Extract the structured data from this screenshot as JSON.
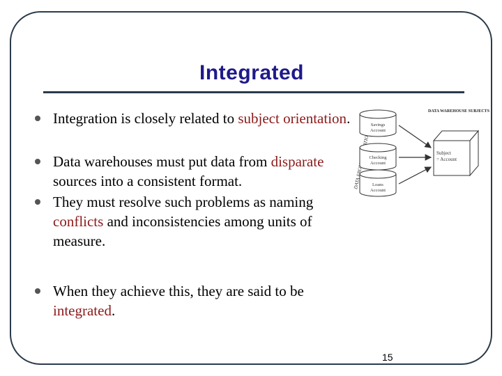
{
  "slide": {
    "title": "Integrated",
    "page_number": "15"
  },
  "bullets": [
    {
      "pre": "Integration is closely related to ",
      "hl": "subject orientation",
      "post": "."
    },
    {
      "pre": "Data warehouses must put data from ",
      "hl": "disparate",
      "post": " sources into a consistent format."
    },
    {
      "pre": "They must resolve such problems as naming ",
      "hl": "conflicts",
      "post": " and inconsistencies among units of measure."
    },
    {
      "pre": "When they achieve this, they are said to be ",
      "hl": "integrated",
      "post": "."
    }
  ],
  "diagram": {
    "warehouse_label": "DATA WAREHOUSE SUBJECTS",
    "applications_label": "DATA FROM APPLICATIONS",
    "sources": [
      {
        "line1": "Savings",
        "line2": "Account"
      },
      {
        "line1": "Checking",
        "line2": "Account"
      },
      {
        "line1": "Loans",
        "line2": "Account"
      }
    ],
    "subject_line1": "Subject",
    "subject_line2": "= Account"
  },
  "colors": {
    "title": "#1f1a8a",
    "highlight": "#8b1a1a",
    "frame": "#2a3a4a"
  }
}
